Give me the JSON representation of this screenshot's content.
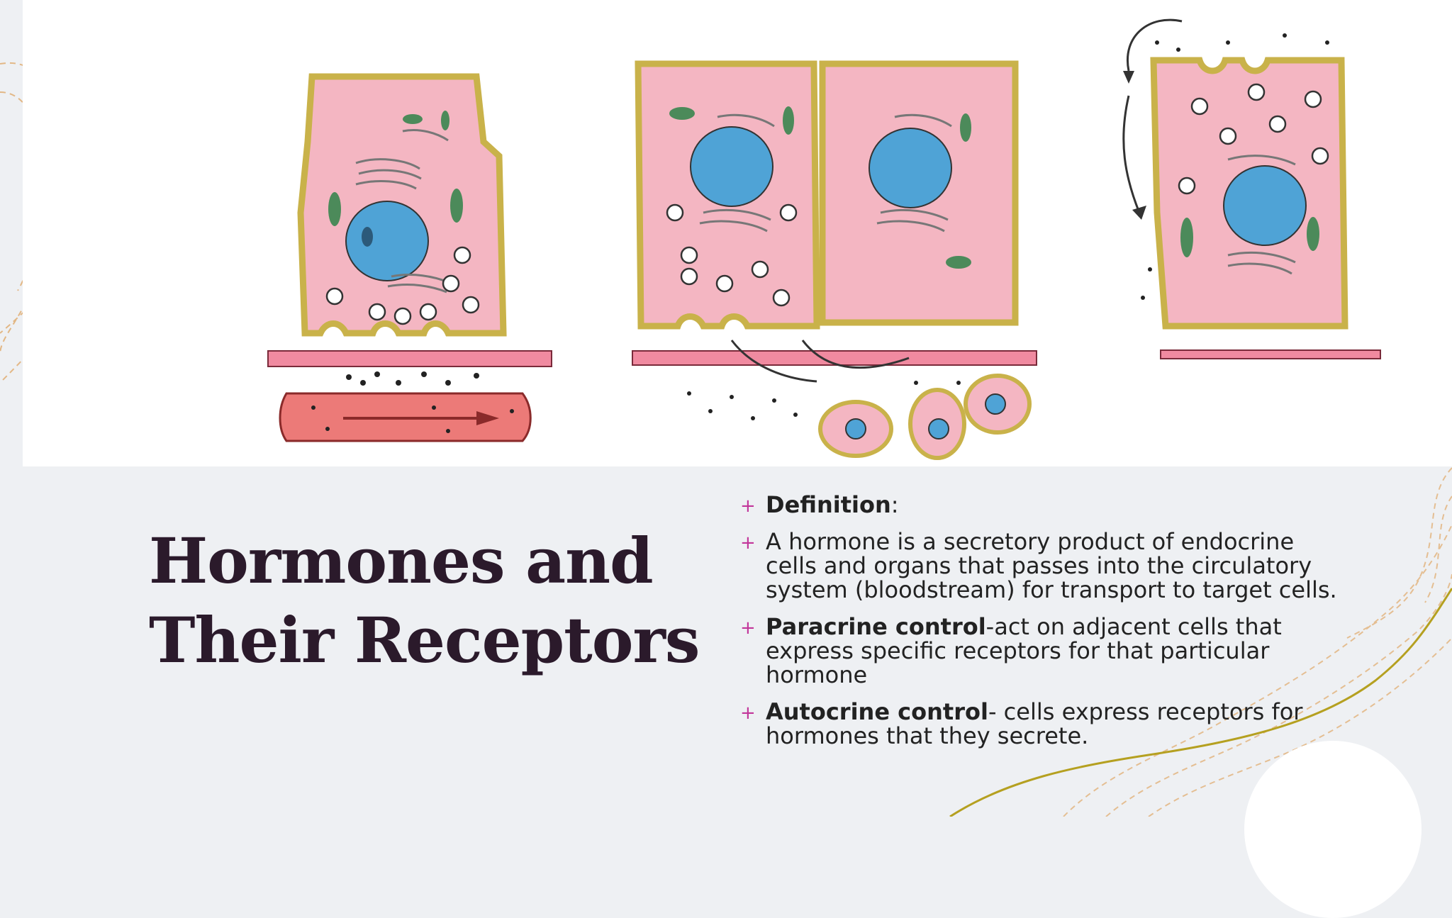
{
  "slide": {
    "title_line1": "Hormones and",
    "title_line2": "Their Receptors",
    "bullets": [
      {
        "bold": "Definition",
        "text": ":"
      },
      {
        "bold": "",
        "text": "A hormone is a secretory product of endocrine cells and organs that passes into the circulatory system (bloodstream) for transport to target cells."
      },
      {
        "bold": "Paracrine control",
        "text": "-act on adjacent cells that express specific receptors for that particular hormone"
      },
      {
        "bold": "Autocrine control",
        "text": "- cells express receptors for hormones that they secrete."
      }
    ],
    "bullet_marker": "+"
  },
  "colors": {
    "background": "#eef0f3",
    "title": "#2b1a2b",
    "bullet_marker": "#c2369a",
    "cell_fill": "#f4b6c2",
    "cell_border": "#c9b24a",
    "nucleus": "#4fa3d6",
    "deco_line": "#e0a96a",
    "accent_line": "#b5a020"
  }
}
